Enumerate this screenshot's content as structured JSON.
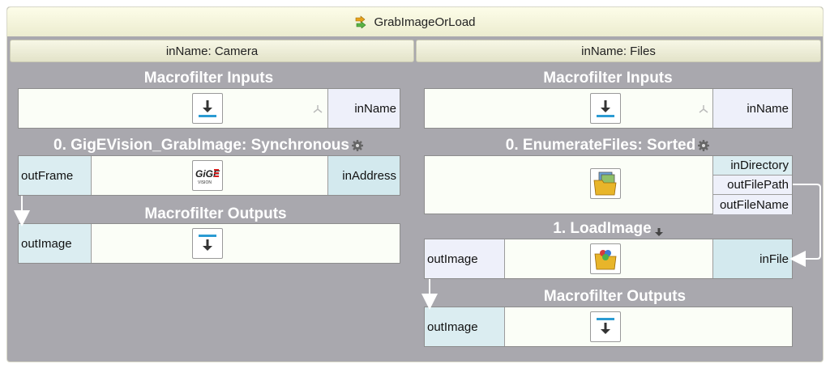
{
  "title": "GrabImageOrLoad",
  "lanes": [
    {
      "header": "inName: Camera",
      "inputs_title": "Macrofilter Inputs",
      "inputs_port": "inName",
      "filter_title": "0. GigEVision_GrabImage: Synchronous",
      "filter_out": "outFrame",
      "filter_in": "inAddress",
      "outputs_title": "Macrofilter Outputs",
      "outputs_port": "outImage"
    },
    {
      "header": "inName: Files",
      "inputs_title": "Macrofilter Inputs",
      "inputs_port": "inName",
      "filter_title": "0. EnumerateFiles: Sorted",
      "filter_ports": [
        "inDirectory",
        "outFilePath",
        "outFileName"
      ],
      "load_title": "1. LoadImage",
      "load_out": "outImage",
      "load_in": "inFile",
      "outputs_title": "Macrofilter Outputs",
      "outputs_port": "outImage"
    }
  ],
  "icons": {
    "gige_logo_text": "GiGE",
    "gige_logo_subtext": "VISION"
  },
  "colors": {
    "background": "#a9a8ae",
    "input_port": "#eef0fa",
    "output_port": "#dbedf1",
    "accent_blue": "#2b9bd3"
  }
}
